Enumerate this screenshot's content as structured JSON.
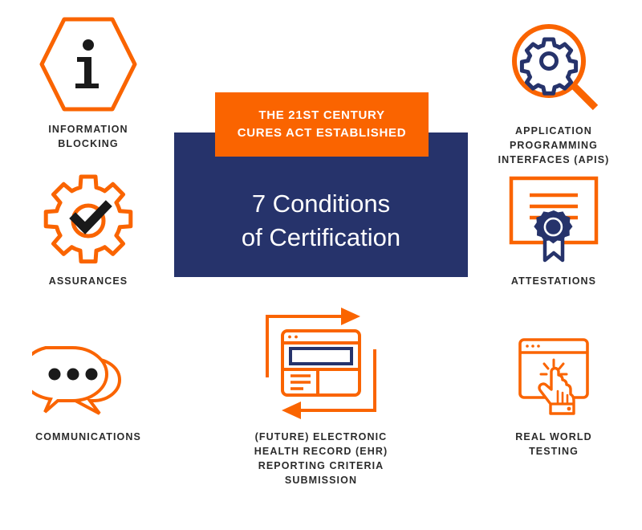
{
  "colors": {
    "orange": "#fa6400",
    "navy": "#26336b",
    "dark": "#2b2b2b",
    "white": "#ffffff",
    "background": "#ffffff"
  },
  "center": {
    "eyebrow_line1": "THE 21ST CENTURY",
    "eyebrow_line2": "CURES ACT ESTABLISHED",
    "headline_line1": "7 Conditions",
    "headline_line2": "of Certification"
  },
  "items": [
    {
      "id": "information-blocking",
      "icon": "hexagon-info-icon",
      "label": "INFORMATION\nBLOCKING"
    },
    {
      "id": "apis",
      "icon": "magnifier-gear-icon",
      "label": "APPLICATION\nPROGRAMMING\nINTERFACES (APIS)"
    },
    {
      "id": "assurances",
      "icon": "gear-checkmark-icon",
      "label": "ASSURANCES"
    },
    {
      "id": "attestations",
      "icon": "certificate-ribbon-icon",
      "label": "ATTESTATIONS"
    },
    {
      "id": "communications",
      "icon": "speech-bubbles-icon",
      "label": "COMMUNICATIONS"
    },
    {
      "id": "ehr",
      "icon": "browser-cycle-arrows-icon",
      "label": "(FUTURE) ELECTRONIC\nHEALTH RECORD (EHR)\nREPORTING CRITERIA SUBMISSION"
    },
    {
      "id": "real-world-testing",
      "icon": "browser-click-hand-icon",
      "label": "REAL WORLD\nTESTING"
    }
  ]
}
